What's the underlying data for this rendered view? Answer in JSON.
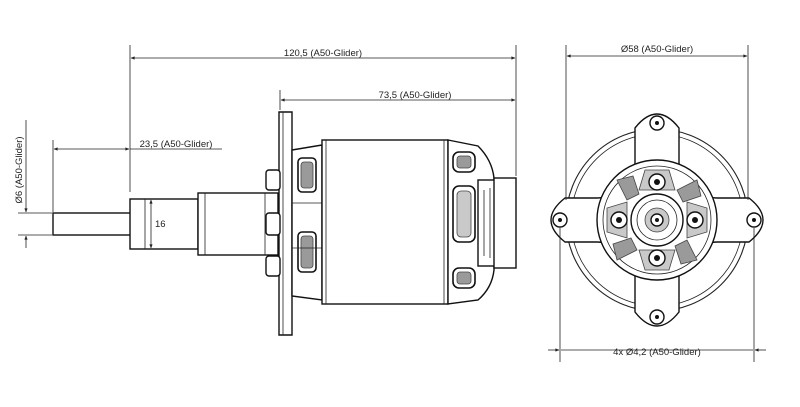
{
  "dimensions": {
    "overall_length": "120,5  (A50-Glider)",
    "body_length": "73,5 (A50-Glider)",
    "shaft_extension": "23,5 (A50-Glider)",
    "shaft_diameter": "Ø6 (A50-Glider)",
    "collar_diameter": "16",
    "outer_diameter": "Ø58 (A50-Glider)",
    "mount_holes": "4x Ø4,2 (A50-Glider)"
  }
}
